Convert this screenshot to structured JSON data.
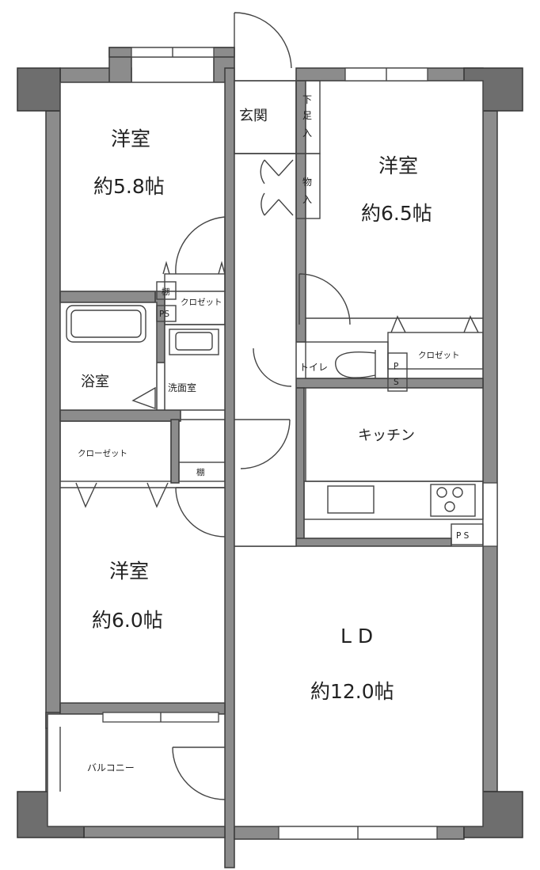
{
  "rooms": {
    "western_1": {
      "name": "洋室",
      "size": "約5.8帖"
    },
    "western_2": {
      "name": "洋室",
      "size": "約6.5帖"
    },
    "western_3": {
      "name": "洋室",
      "size": "約6.0帖"
    },
    "ld": {
      "name": "L D",
      "size": "約12.0帖"
    },
    "entrance": "玄関",
    "shoe_storage": [
      "下",
      "足",
      "入"
    ],
    "storage": [
      "物",
      "入"
    ],
    "bath": "浴室",
    "washroom": "洗面室",
    "toilet": "トイレ",
    "kitchen": "キッチン",
    "balcony": "バルコニー"
  },
  "labels": {
    "closet_1": "クロゼット",
    "closet_2": "クロゼット",
    "closet_3": "クローゼット",
    "shelf_1": "棚",
    "shelf_2": "棚",
    "ps_1": "PS",
    "ps_2": [
      "P",
      "S"
    ],
    "ps_3": "P S"
  }
}
